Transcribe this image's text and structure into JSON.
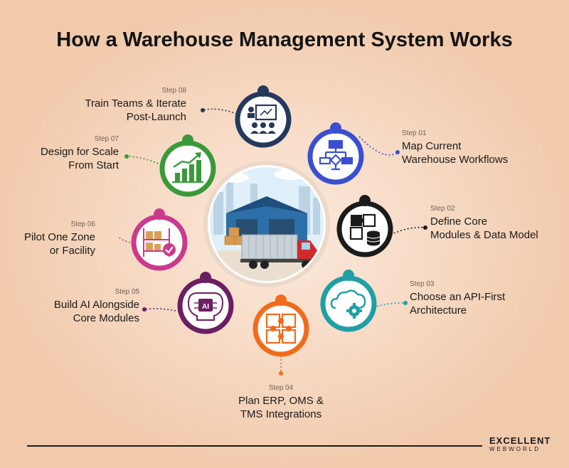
{
  "title": "How a Warehouse Management System Works",
  "center": {
    "icon": "warehouse-truck-icon"
  },
  "steps": [
    {
      "num": "Step 01",
      "label": [
        "Map Current",
        "Warehouse Workflows"
      ],
      "color": "#3a4fd0",
      "icon": "workflow-diagram-icon"
    },
    {
      "num": "Step 02",
      "label": [
        "Define Core",
        "Modules & Data Model"
      ],
      "color": "#1b1b1b",
      "icon": "puzzle-database-icon"
    },
    {
      "num": "Step 03",
      "label": [
        "Choose an API-First",
        "Architecture"
      ],
      "color": "#1f9fa6",
      "icon": "cloud-gear-icon"
    },
    {
      "num": "Step 04",
      "label": [
        "Plan ERP, OMS &",
        "TMS Integrations"
      ],
      "color": "#f26b1d",
      "icon": "puzzle-pieces-icon"
    },
    {
      "num": "Step 05",
      "label": [
        "Build AI Alongside",
        "Core Modules"
      ],
      "color": "#6b1f63",
      "icon": "ai-chip-icon"
    },
    {
      "num": "Step 06",
      "label": [
        "Pilot One Zone",
        "or Facility"
      ],
      "color": "#c93a8c",
      "icon": "shelving-boxes-icon"
    },
    {
      "num": "Step 07",
      "label": [
        "Design for Scale",
        "From Start"
      ],
      "color": "#3a9a3a",
      "icon": "growth-chart-icon"
    },
    {
      "num": "Step 08",
      "label": [
        "Train Teams & Iterate",
        "Post-Launch"
      ],
      "color": "#243a5c",
      "icon": "training-presentation-icon"
    }
  ],
  "brand": {
    "line1": "EXCELLENT",
    "line2": "WEBWORLD"
  }
}
